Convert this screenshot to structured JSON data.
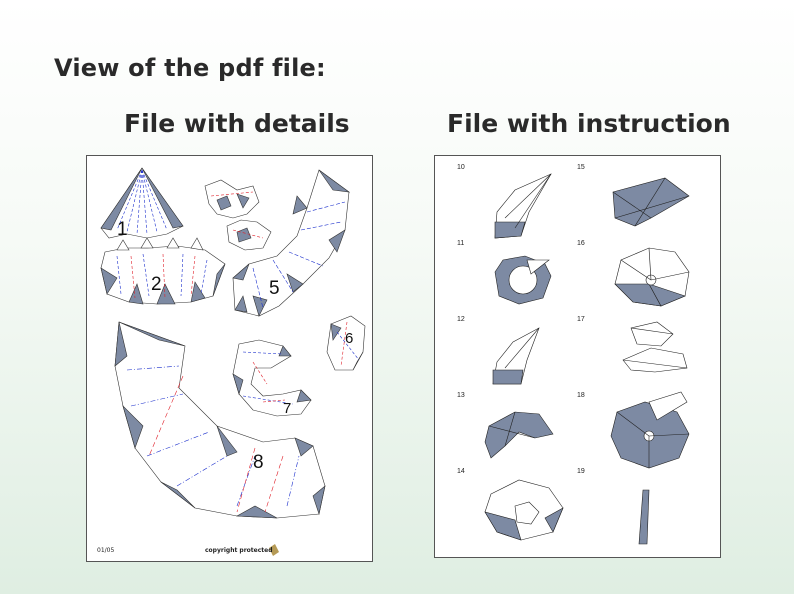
{
  "page_heading": "View of the pdf file:",
  "left_panel": {
    "title": "File with details",
    "piece_labels": [
      "1",
      "2",
      "5",
      "6",
      "7",
      "8"
    ],
    "footer_page": "01/05",
    "footer_copyright": "copyright protected",
    "colors": {
      "fill": "#7d8aa3",
      "fold_blue": "#1a2ecc",
      "fold_red": "#e0202a"
    }
  },
  "right_panel": {
    "title": "File with instruction",
    "steps": [
      "10",
      "11",
      "12",
      "13",
      "14",
      "15",
      "16",
      "17",
      "18",
      "19"
    ]
  }
}
